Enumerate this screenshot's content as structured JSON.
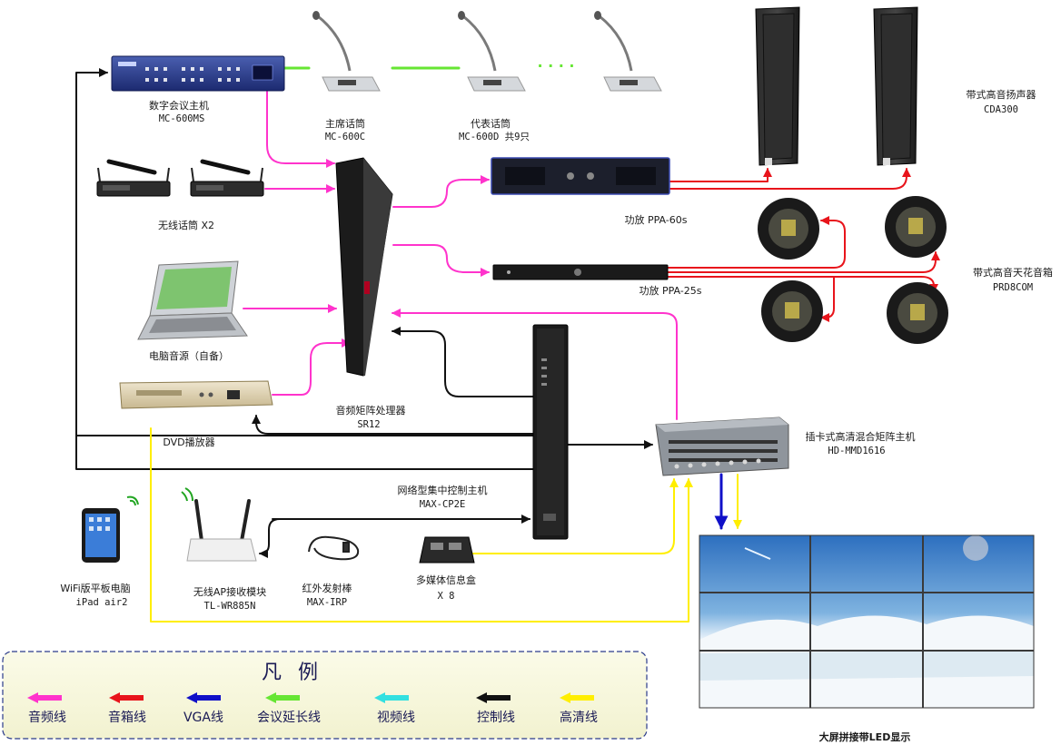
{
  "colors": {
    "audio": "#ff33cc",
    "speaker": "#e8141b",
    "vga": "#1010c8",
    "conference": "#66e633",
    "video": "#33e0e0",
    "control": "#111111",
    "hd": "#ffee00"
  },
  "devices": {
    "conference_host": {
      "name": "数字会议主机",
      "model": "MC-600MS"
    },
    "chair_mic": {
      "name": "主席话筒",
      "model": "MC-600C"
    },
    "delegate_mic": {
      "name": "代表话筒",
      "model": "MC-600D  共9只"
    },
    "mic_dots": "· · · ·",
    "column_speaker": {
      "name": "带式高音扬声器",
      "model": "CDA300"
    },
    "wireless_mic": {
      "name": "无线话筒 X2"
    },
    "amp_60": {
      "name": "功放 PPA-60s"
    },
    "amp_25": {
      "name": "功放 PPA-25s"
    },
    "ceiling_speaker": {
      "name": "带式高音天花音箱",
      "model": "PRD8COM"
    },
    "pc_audio": {
      "name": "电脑音源（自备）"
    },
    "audio_matrix": {
      "name": "音频矩阵处理器",
      "model": "SR12"
    },
    "dvd": {
      "name": "DVD播放器"
    },
    "hd_matrix": {
      "name": "插卡式高清混合矩阵主机",
      "model": "HD-MMD1616"
    },
    "control_host": {
      "name": "网络型集中控制主机",
      "model": "MAX-CP2E"
    },
    "ipad": {
      "name": "WiFi版平板电脑",
      "model": "iPad air2"
    },
    "wireless_ap": {
      "name": "无线AP接收模块",
      "model": "TL-WR885N"
    },
    "ir_emitter": {
      "name": "红外发射棒",
      "model": "MAX-IRP"
    },
    "media_box": {
      "name": "多媒体信息盒",
      "model": "X 8"
    },
    "led_wall": {
      "name": "大屏拼接带LED显示"
    }
  },
  "legend": {
    "title": "凡例",
    "items": [
      {
        "label": "音频线",
        "color_key": "audio"
      },
      {
        "label": "音箱线",
        "color_key": "speaker"
      },
      {
        "label": "VGA线",
        "color_key": "vga"
      },
      {
        "label": "会议延长线",
        "color_key": "conference"
      },
      {
        "label": "视频线",
        "color_key": "video"
      },
      {
        "label": "控制线",
        "color_key": "control"
      },
      {
        "label": "高清线",
        "color_key": "hd"
      }
    ]
  }
}
